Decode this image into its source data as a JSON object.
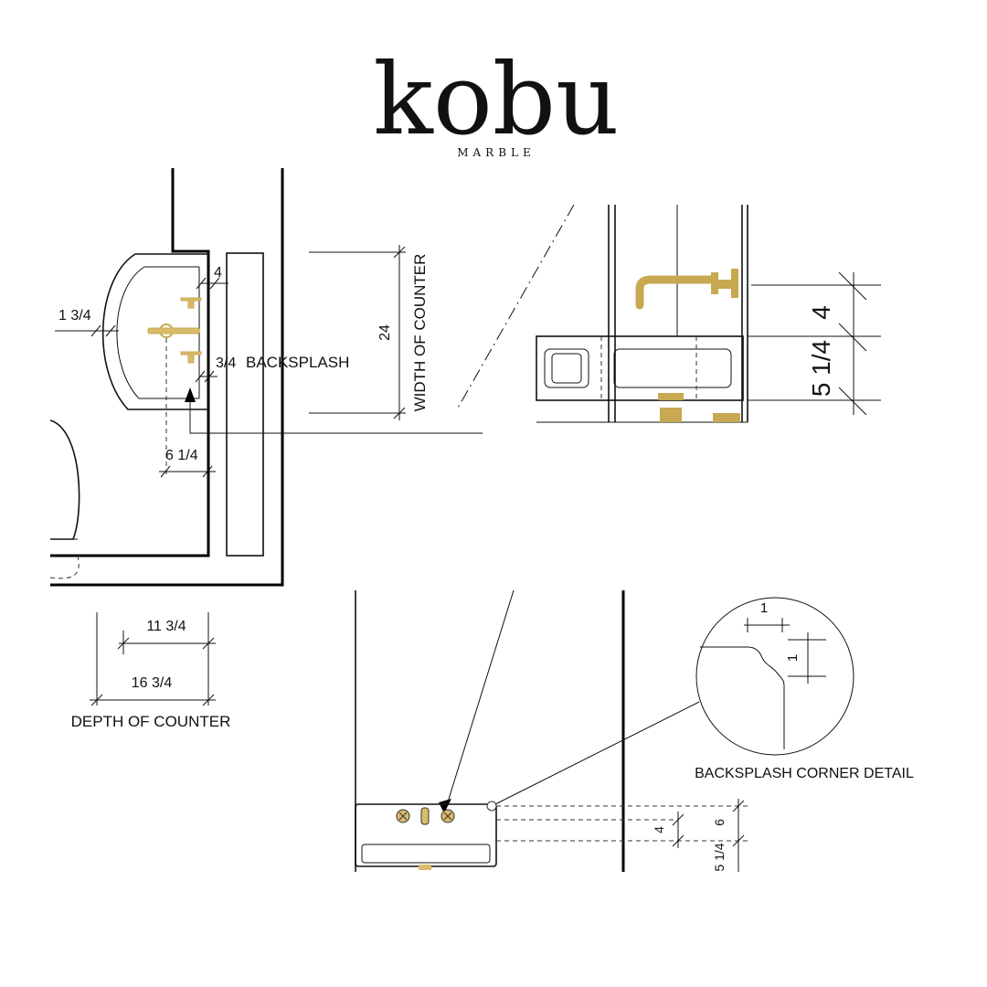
{
  "brand": {
    "name": "kobu",
    "sub": "MARBLE"
  },
  "plan": {
    "d_4": "4",
    "d_1_3_4": "1 3/4",
    "d_3_4": "3/4",
    "backsplash": "BACKSPLASH",
    "d_6_1_4": "6 1/4",
    "d_24": "24",
    "width_label": "WIDTH OF COUNTER",
    "d_11_3_4": "11 3/4",
    "d_16_3_4": "16 3/4",
    "depth_label": "DEPTH OF COUNTER"
  },
  "elevation_zoom": {
    "d_4": "4",
    "d_5_1_4": "5 1/4"
  },
  "corner_detail": {
    "d_1a": "1",
    "d_1b": "1",
    "title": "BACKSPLASH CORNER DETAIL"
  },
  "elevation_small": {
    "d_4": "4",
    "d_6": "6",
    "d_5_1_4": "5 1/4"
  },
  "colors": {
    "line": "#111111",
    "brass": "#d8bc6a"
  }
}
